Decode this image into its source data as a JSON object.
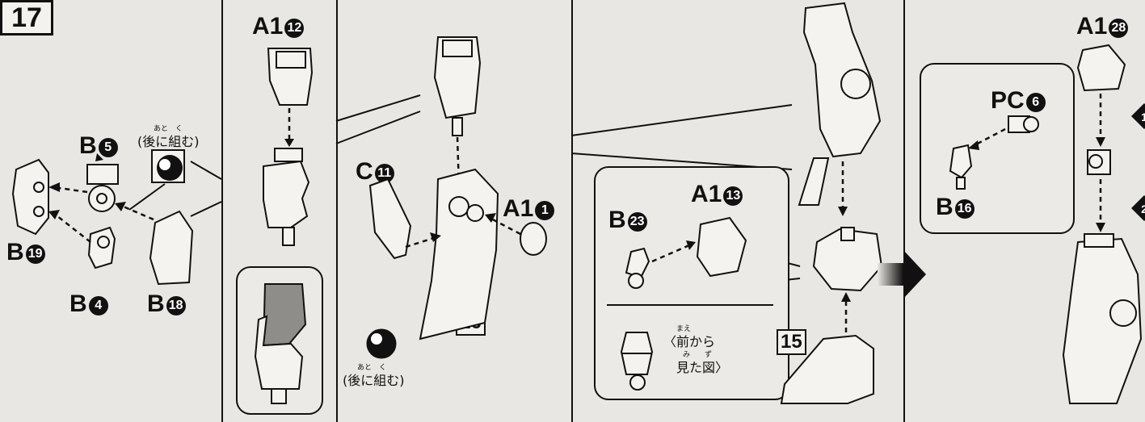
{
  "step_number": "17",
  "sub_steps": [
    "16",
    "15"
  ],
  "panel1": {
    "label_b5": "B",
    "num_b5": "5",
    "label_b19": "B",
    "num_b19": "19",
    "label_b4": "B",
    "num_b4": "4",
    "label_b18": "B",
    "num_b18": "18",
    "note_ruby": "あと　く",
    "note": "(後に組む)"
  },
  "panel2": {
    "label_a1": "A1",
    "num_a1": "12"
  },
  "panel3": {
    "label_c": "C",
    "num_c": "11",
    "label_a1": "A1",
    "num_a1": "1",
    "note_ruby": "あと　く",
    "note": "(後に組む)"
  },
  "panel4": {
    "label_b": "B",
    "num_b": "23",
    "label_a1": "A1",
    "num_a1": "13",
    "view_ruby_1": "まえ",
    "view_line1": "〈前から",
    "view_ruby_2": "み　　ず",
    "view_line2": "見た図〉"
  },
  "panel5": {
    "label_a1": "A1",
    "num_a1": "28",
    "label_pc": "PC",
    "num_pc": "6",
    "label_b": "B",
    "num_b": "16",
    "order_1": "1",
    "order_2": "2"
  },
  "colors": {
    "ink": "#111111",
    "paper": "#e9e7e3",
    "shade": "#9c9a97"
  }
}
